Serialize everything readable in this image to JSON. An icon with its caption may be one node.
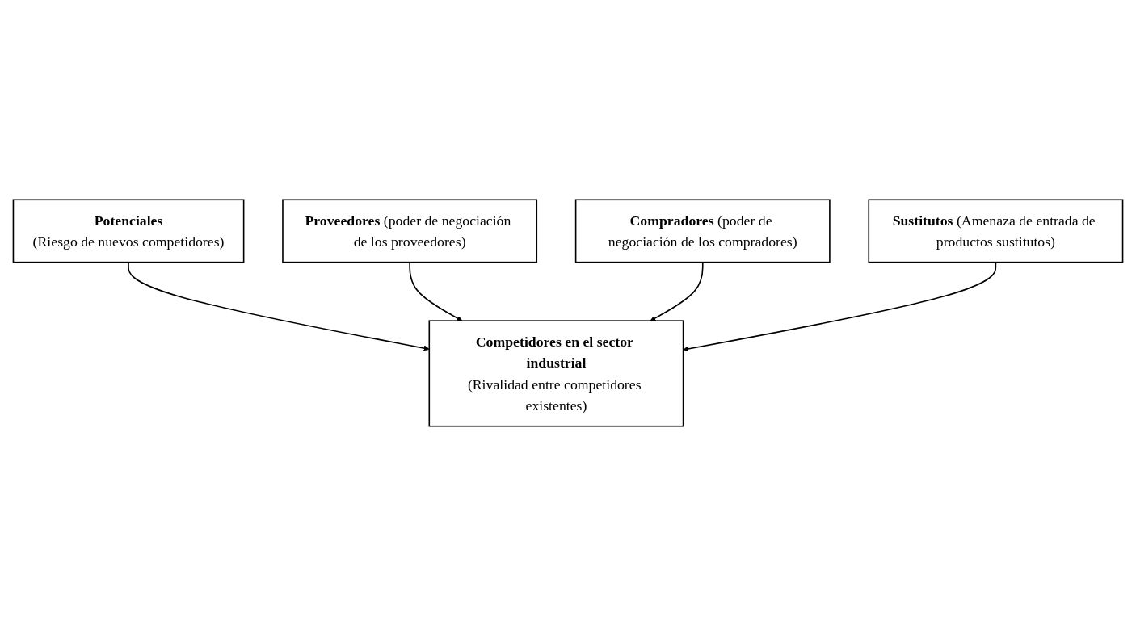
{
  "diagram": {
    "nodes": [
      {
        "text": [
          "Potenciales",
          "(Riesgo de nuevos competidores)"
        ]
      },
      {
        "text": [
          "**Proveedores** (poder de negociación de los proveedores)"
        ]
      },
      {
        "text": [
          "Competidores en el sector industrial",
          "(Rivalidad entre competidores existentes)"
        ]
      },
      {
        "text": [
          "**Compradores** (poder de negociación de los compradores)"
        ]
      },
      {
        "text": [
          "**Sustitutos** (Amenaza de entrada de productos sustitutos)"
        ]
      }
    ],
    "edges": [
      {
        "from": 0,
        "to": 2,
        "arrow": "to"
      },
      {
        "from": 1,
        "to": 2,
        "arrow": "to"
      },
      {
        "from": 3,
        "to": 2,
        "arrow": "to"
      },
      {
        "from": 4,
        "to": 2,
        "arrow": "to"
      }
    ]
  }
}
